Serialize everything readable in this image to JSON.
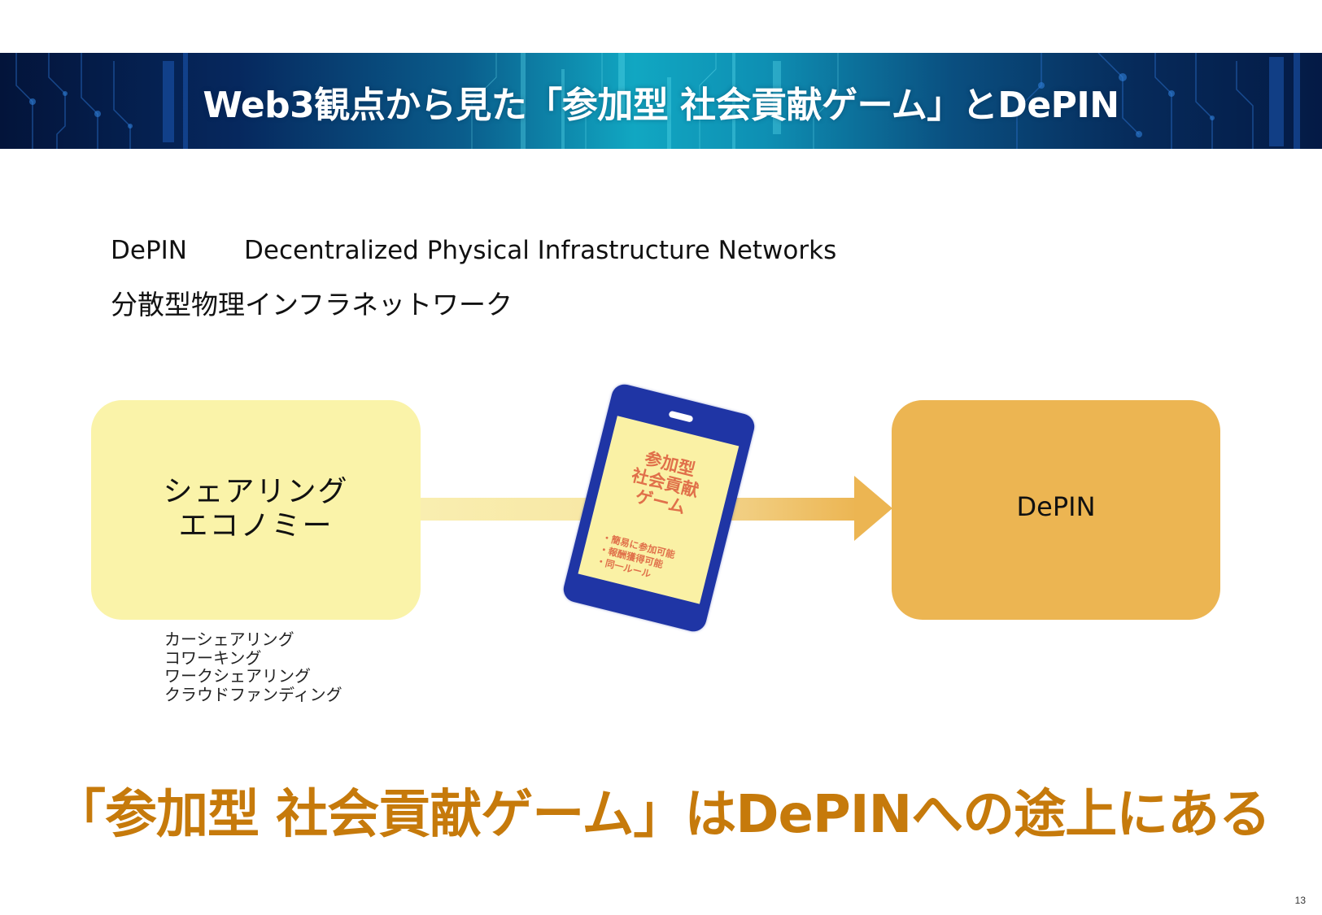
{
  "header": {
    "title": "Web3観点から見た「参加型 社会貢献ゲーム」とDePIN"
  },
  "definition": {
    "abbreviation": "DePIN",
    "full_name": "Decentralized Physical Infrastructure Networks",
    "japanese": "分散型物理インフラネットワーク"
  },
  "diagram": {
    "left_box": {
      "lines": [
        "シェアリング",
        "エコノミー"
      ],
      "color": "#faf3a9"
    },
    "examples": [
      "カーシェアリング",
      "コワーキング",
      "ワークシェアリング",
      "クラウドファンディング"
    ],
    "phone": {
      "title_lines": [
        "参加型",
        "社会貢献",
        "ゲーム"
      ],
      "features": [
        "・簡易に参加可能",
        "・報酬獲得可能",
        "・同一ルール"
      ],
      "body_color": "#1f35a5",
      "screen_color": "#faf1a5",
      "text_color": "#e0704a"
    },
    "right_box": {
      "label": "DePIN",
      "color": "#ecb552"
    },
    "arrow_icon": "right-arrow"
  },
  "conclusion": {
    "text": "「参加型 社会貢献ゲーム」はDePINへの途上にある",
    "color": "#c67a0b"
  },
  "footer": {
    "page_number": "13"
  }
}
